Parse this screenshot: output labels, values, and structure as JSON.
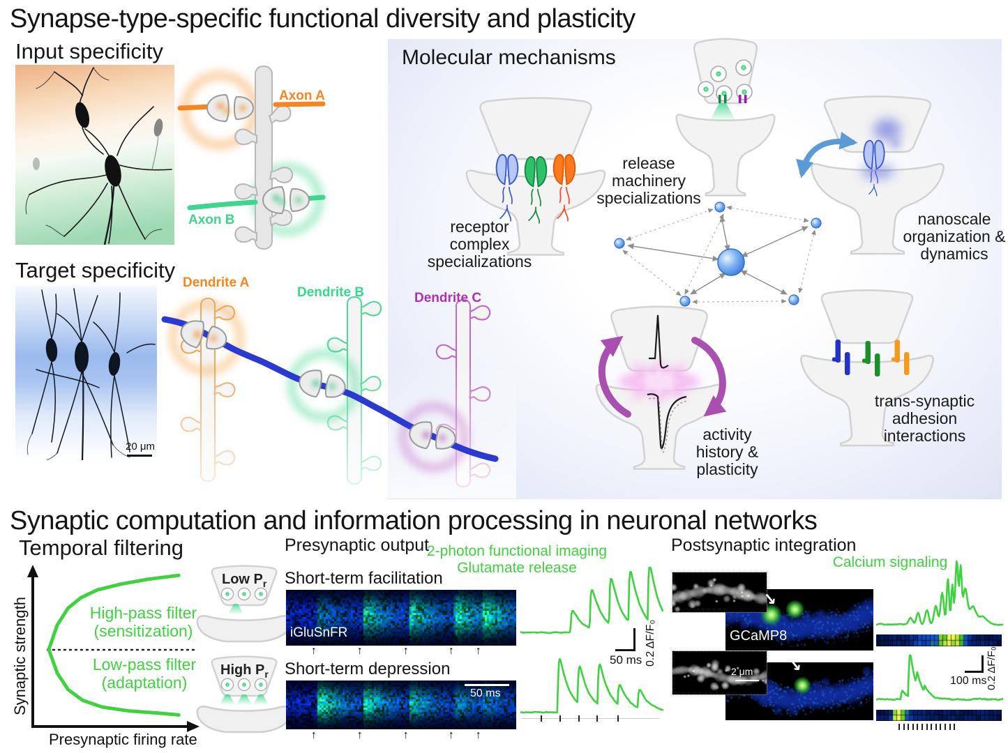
{
  "top": {
    "title": "Synapse-type-specific functional diversity and plasticity",
    "input_specificity": {
      "title": "Input specificity",
      "axon_a": "Axon A",
      "axon_b": "Axon B"
    },
    "target_specificity": {
      "title": "Target specificity",
      "scale_bar": "20 μm",
      "dendrite_a": "Dendrite A",
      "dendrite_b": "Dendrite B",
      "dendrite_c": "Dendrite C"
    },
    "molecular_mechanisms": {
      "title": "Molecular mechanisms",
      "labels": {
        "receptor": [
          "receptor",
          "complex",
          "specializations"
        ],
        "release": [
          "release",
          "machinery",
          "specializations"
        ],
        "nanoscale": [
          "nanoscale",
          "organization &",
          "dynamics"
        ],
        "activity": [
          "activity",
          "history &",
          "plasticity"
        ],
        "trans": [
          "trans-synaptic",
          "adhesion",
          "interactions"
        ]
      }
    }
  },
  "bottom": {
    "title": "Synaptic computation and information processing in neuronal networks",
    "temporal_filtering": {
      "title": "Temporal filtering",
      "ylabel": "Synaptic strength",
      "xlabel": "Presynaptic firing rate",
      "high_pass_line1": "High-pass filter",
      "high_pass_line2": "(sensitization)",
      "low_pass_line1": "Low-pass filter",
      "low_pass_line2": "(adaptation)"
    },
    "pr": {
      "low": "Low P",
      "high": "High P",
      "sub": "r"
    },
    "presynaptic_output": {
      "title": "Presynaptic output",
      "imaging_line1": "2-photon functional imaging",
      "imaging_line2": "Glutamate release",
      "facilitation": "Short-term facilitation",
      "depression": "Short-term depression",
      "sensor": "iGluSnFR",
      "kymo_scale": "50 ms",
      "scalebar_time": "50 ms",
      "scalebar_df": "0.2 ΔF/F₀"
    },
    "postsynaptic_integration": {
      "title": "Postsynaptic integration",
      "imaging": "Calcium signaling",
      "sensor": "GCaMP8",
      "scale_len": "2 μm",
      "scalebar_time": "100 ms",
      "scalebar_df": "0.2 ΔF/F₀"
    }
  },
  "colors": {
    "accent_orange": "#F5861F",
    "accent_green": "#3DD68C",
    "accent_purple": "#B02FB5",
    "trace_green": "#3FD23F",
    "axon_blue": "#2A3AD0",
    "magenta_arrow": "#A84FB0",
    "nanoscale_arrow_blue": "#5B9BD5",
    "network_node_blue": "#4D94E8",
    "panel_bg": "#E3E7F6"
  },
  "chart_data": [
    {
      "id": "temporal-filtering",
      "type": "line",
      "title": "Temporal filtering",
      "xlabel": "Presynaptic firing rate",
      "ylabel": "Synaptic strength",
      "legend_position": "inline",
      "grid": false,
      "baseline_style": "dotted midline = unchanged synaptic strength",
      "series": [
        {
          "name": "High-pass filter (sensitization)",
          "points": [
            [
              0.154,
              0.47
            ],
            [
              0.2,
              0.345
            ],
            [
              0.26,
              0.258
            ],
            [
              0.33,
              0.205
            ],
            [
              0.42,
              0.165
            ],
            [
              0.55,
              0.135
            ],
            [
              0.7,
              0.11
            ],
            [
              0.87,
              0.09
            ]
          ]
        },
        {
          "name": "Low-pass filter (adaptation)",
          "points": [
            [
              0.154,
              0.47
            ],
            [
              0.2,
              0.59
            ],
            [
              0.26,
              0.675
            ],
            [
              0.34,
              0.73
            ],
            [
              0.45,
              0.765
            ],
            [
              0.6,
              0.785
            ],
            [
              0.75,
              0.795
            ],
            [
              0.87,
              0.805
            ]
          ]
        }
      ]
    },
    {
      "id": "glu-facilitation",
      "type": "line",
      "name": "Short-term facilitation, iGluSnFR ΔF/F₀ trace (5 stimuli, growing responses)",
      "mode": "kernel",
      "stim_frac": [
        0.127,
        0.327,
        0.527,
        0.724,
        0.842
      ],
      "kymo_intensity": [
        0.4,
        0.85,
        0.95,
        1.05,
        1.1
      ],
      "peaks": [
        {
          "x": 0.35,
          "a": 0.45
        },
        {
          "x": 0.485,
          "a": 0.8
        },
        {
          "x": 0.62,
          "a": 0.95
        },
        {
          "x": 0.755,
          "a": 1.05
        },
        {
          "x": 0.89,
          "a": 1.15
        }
      ],
      "tau_rise": 0.006,
      "tau_decay": 0.075,
      "baseline": 0.76,
      "amp": 0.55,
      "noise": 0.012,
      "seed": 7,
      "scale": {
        "time": "50 ms",
        "df": "0.2 ΔF/F₀"
      }
    },
    {
      "id": "glu-depression",
      "type": "line",
      "name": "Short-term depression, iGluSnFR ΔF/F₀ trace (5 stimuli, declining responses)",
      "mode": "kernel",
      "stim_frac": [
        0.127,
        0.327,
        0.527,
        0.724,
        0.842
      ],
      "kymo_intensity": [
        1.1,
        0.95,
        0.75,
        0.5,
        0.4
      ],
      "stim_tick_frac": [
        0.135,
        0.275,
        0.41,
        0.545,
        0.695
      ],
      "peaks": [
        {
          "x": 0.26,
          "a": 1.1
        },
        {
          "x": 0.4,
          "a": 0.78
        },
        {
          "x": 0.54,
          "a": 0.85
        },
        {
          "x": 0.68,
          "a": 0.42
        },
        {
          "x": 0.82,
          "a": 0.38
        }
      ],
      "tau_rise": 0.006,
      "tau_decay": 0.07,
      "baseline": 0.8,
      "amp": 0.62,
      "noise": 0.016,
      "seed": 11,
      "kymo_scale": "50 ms"
    },
    {
      "id": "ca-summation",
      "type": "line",
      "name": "Calcium signaling, summating GCaMP8 transient during stimulus train",
      "mode": "gauss",
      "peaks": [
        [
          0.27,
          0.1,
          0.02
        ],
        [
          0.33,
          0.18,
          0.018
        ],
        [
          0.4,
          0.22,
          0.02
        ],
        [
          0.47,
          0.3,
          0.02
        ],
        [
          0.52,
          0.5,
          0.018
        ],
        [
          0.565,
          0.72,
          0.013
        ],
        [
          0.6,
          0.62,
          0.012
        ],
        [
          0.635,
          1.0,
          0.016
        ],
        [
          0.665,
          0.82,
          0.012
        ],
        [
          0.7,
          0.55,
          0.025
        ],
        [
          0.76,
          0.28,
          0.035
        ],
        [
          0.84,
          0.12,
          0.05
        ]
      ],
      "baseline": 0.88,
      "amp": 0.78,
      "noise": 0.014,
      "seed": 13,
      "heatmap": [
        0.08,
        0.12,
        0.1,
        0.15,
        0.1,
        0.12,
        0.18,
        0.25,
        0.3,
        0.38,
        0.45,
        0.5,
        0.48,
        0.55,
        0.62,
        0.75,
        0.88,
        1.0,
        0.95,
        0.9,
        0.8,
        0.55,
        0.3,
        0.18,
        0.12,
        0.15,
        0.1,
        0.12,
        0.1,
        0.08
      ]
    },
    {
      "id": "ca-single",
      "type": "line",
      "name": "Calcium signaling, single fast GCaMP8 transient",
      "mode": "kernel",
      "peaks": [
        {
          "x": 0.195,
          "a": 0.18
        },
        {
          "x": 0.255,
          "a": 1.0
        },
        {
          "x": 0.315,
          "a": 0.28
        },
        {
          "x": 0.375,
          "a": 0.14
        }
      ],
      "tau_rise": 0.004,
      "tau_decay": 0.045,
      "baseline": 0.82,
      "amp": 0.8,
      "noise": 0.035,
      "seed": 17,
      "stim_tick_count": 13,
      "heatmap": [
        0.12,
        0.1,
        0.15,
        0.35,
        0.85,
        1.0,
        0.75,
        0.5,
        0.35,
        0.28,
        0.22,
        0.2,
        0.16,
        0.2,
        0.15,
        0.12,
        0.15,
        0.1,
        0.12,
        0.1,
        0.14,
        0.1,
        0.12,
        0.1,
        0.1,
        0.12,
        0.1,
        0.1,
        0.12,
        0.1
      ],
      "scale": {
        "time": "100 ms",
        "df": "0.2 ΔF/F₀"
      }
    }
  ]
}
